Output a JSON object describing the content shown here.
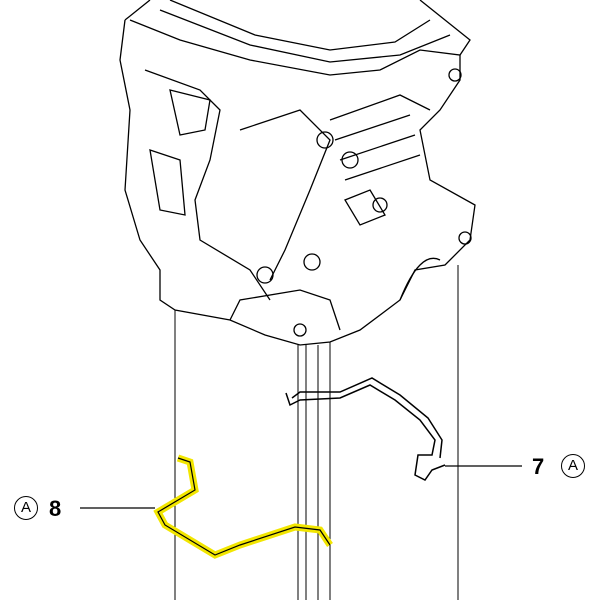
{
  "callouts": [
    {
      "number": "7",
      "reference": "A",
      "part": "bracket-upper"
    },
    {
      "number": "8",
      "reference": "A",
      "part": "bracket-lower-highlighted"
    }
  ],
  "colors": {
    "highlight": "#f2e600",
    "line": "#000000",
    "background": "#ffffff"
  }
}
